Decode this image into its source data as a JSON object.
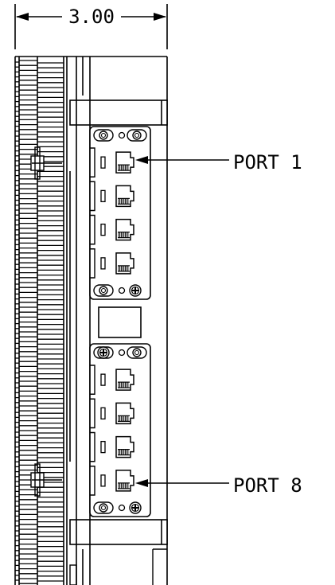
{
  "dimension": {
    "label": "3.00"
  },
  "callouts": [
    {
      "id": "port-1",
      "label": "PORT 1"
    },
    {
      "id": "port-8",
      "label": "PORT 8"
    }
  ],
  "module": {
    "port_group_count": 2,
    "ports_per_group": 4
  },
  "colors": {
    "line": "#000000",
    "background": "#ffffff"
  }
}
